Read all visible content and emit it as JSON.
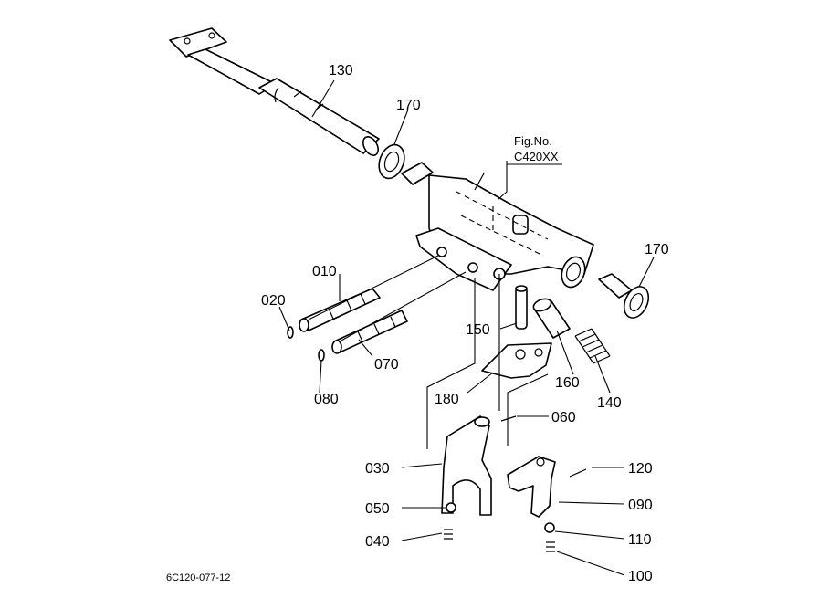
{
  "figure_ref": {
    "prefix": "Fig.No.",
    "code": "C420XX"
  },
  "drawing_code": "6C120-077-12",
  "parts": {
    "p130": "130",
    "p170_top": "170",
    "p170_right": "170",
    "p010": "010",
    "p020": "020",
    "p070": "070",
    "p080": "080",
    "p150": "150",
    "p160": "160",
    "p140": "140",
    "p180": "180",
    "p060": "060",
    "p030": "030",
    "p050": "050",
    "p040": "040",
    "p120": "120",
    "p090": "090",
    "p110": "110",
    "p100": "100"
  }
}
